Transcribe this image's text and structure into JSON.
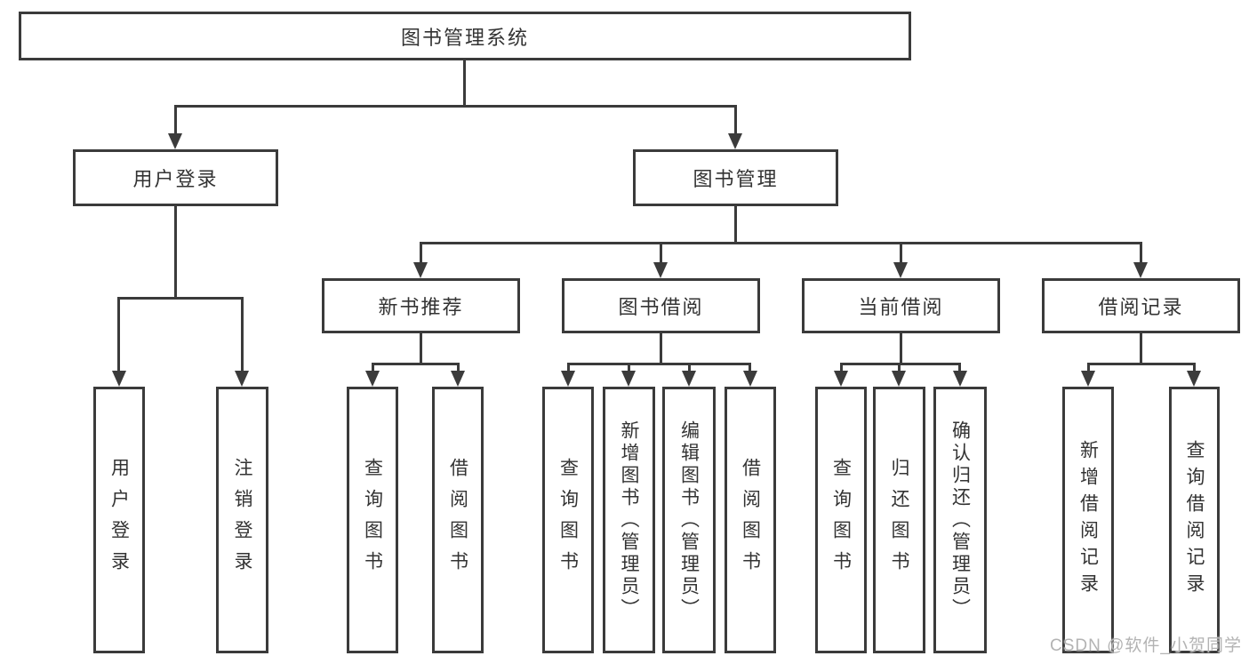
{
  "diagram": {
    "root": {
      "label": "图书管理系统"
    },
    "level2": [
      {
        "label": "用户登录"
      },
      {
        "label": "图书管理"
      }
    ],
    "level3": [
      {
        "label": "新书推荐"
      },
      {
        "label": "图书借阅"
      },
      {
        "label": "当前借阅"
      },
      {
        "label": "借阅记录"
      }
    ],
    "leaves": {
      "user_login": [
        {
          "label": "用户登录"
        },
        {
          "label": "注销登录"
        }
      ],
      "new_book": [
        {
          "label": "查询图书"
        },
        {
          "label": "借阅图书"
        }
      ],
      "book_borrow": [
        {
          "label": "查询图书"
        },
        {
          "label": "新增图书（管理员）"
        },
        {
          "label": "编辑图书（管理员）"
        },
        {
          "label": "借阅图书"
        }
      ],
      "current_borrow": [
        {
          "label": "查询图书"
        },
        {
          "label": "归还图书"
        },
        {
          "label": "确认归还（管理员）"
        }
      ],
      "borrow_record": [
        {
          "label": "新增借阅记录"
        },
        {
          "label": "查询借阅记录"
        }
      ]
    }
  },
  "watermark": {
    "text": "CSDN @软件_小贺同学"
  },
  "colors": {
    "line": "#3b3b3b",
    "text": "#333333",
    "watermark": "#b3b3b3",
    "background": "#ffffff"
  }
}
